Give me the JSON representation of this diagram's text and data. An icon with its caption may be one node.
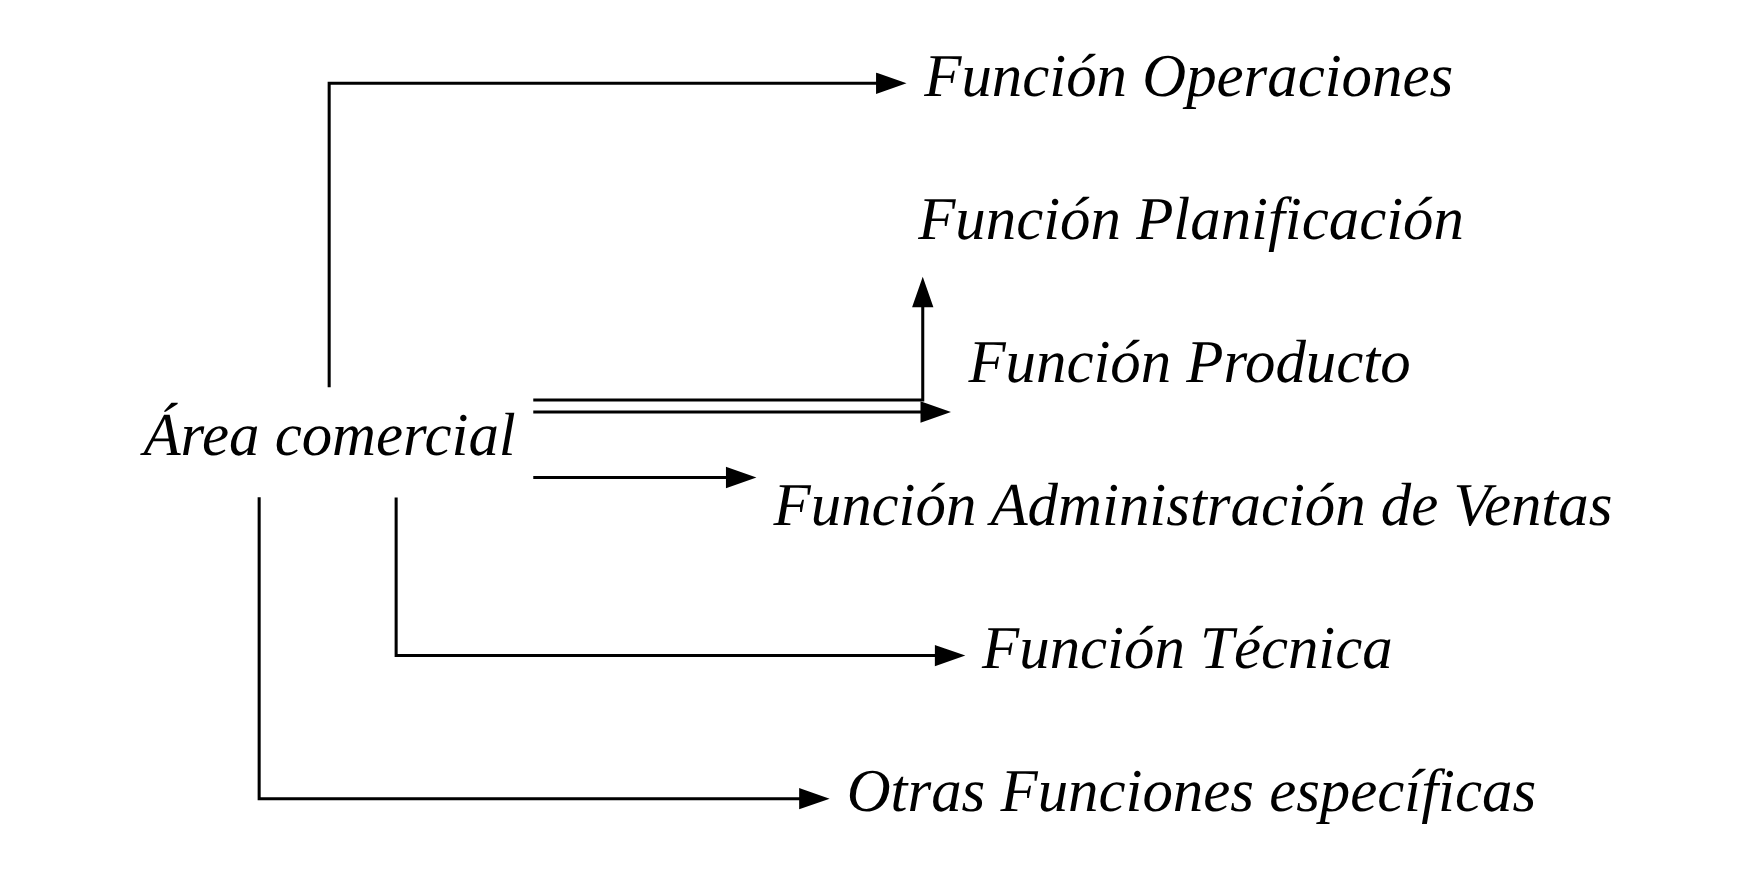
{
  "diagram": {
    "nodes": [
      {
        "text": [
          "Área comercial"
        ]
      },
      {
        "text": [
          "Función Operaciones"
        ]
      },
      {
        "text": [
          "Función Planificación"
        ]
      },
      {
        "text": [
          "Función Producto"
        ]
      },
      {
        "text": [
          "Función Administración de Ventas"
        ]
      },
      {
        "text": [
          "Función Técnica"
        ]
      },
      {
        "text": [
          "Otras Funciones específicas"
        ]
      }
    ],
    "edges": [
      {
        "from": 0,
        "to": 1,
        "arrow": "to"
      },
      {
        "from": 0,
        "to": 2,
        "arrow": "to"
      },
      {
        "from": 0,
        "to": 3,
        "arrow": "to"
      },
      {
        "from": 0,
        "to": 4,
        "arrow": "to"
      },
      {
        "from": 0,
        "to": 5,
        "arrow": "to"
      },
      {
        "from": 0,
        "to": 6,
        "arrow": "to"
      }
    ]
  }
}
